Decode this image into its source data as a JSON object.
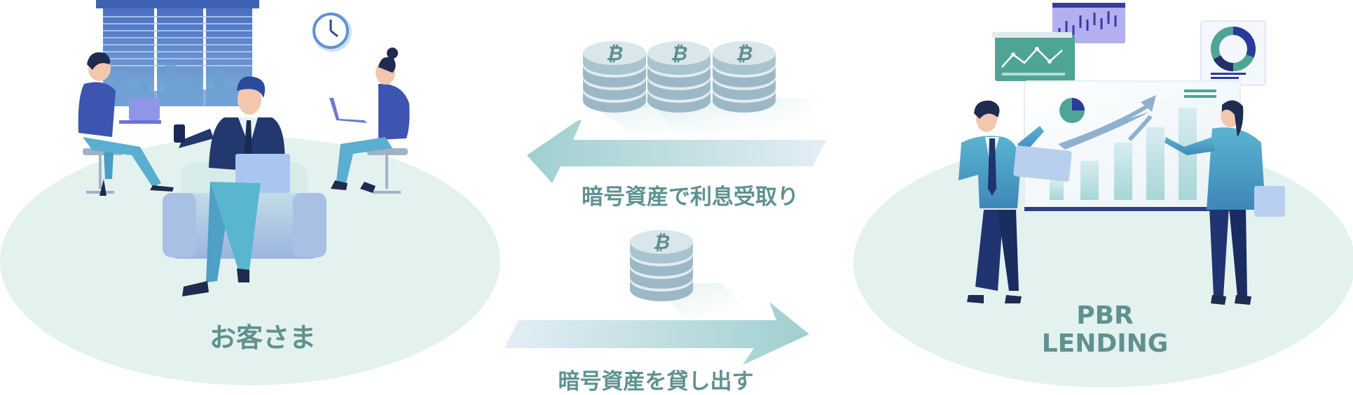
{
  "labels": {
    "customer": "お客さま",
    "pbr_line1": "PBR",
    "pbr_line2": "LENDING",
    "interest": "暗号資産で利息受取り",
    "lend": "暗号資産を貸し出す"
  },
  "icons": {
    "coin": "bitcoin-coin-stack-icon",
    "clock": "clock-icon",
    "arrow_left": "arrow-left-icon",
    "arrow_right": "arrow-right-icon"
  },
  "colors": {
    "label_text": "#5f9190",
    "ellipse_fill": "#e3f1ef",
    "navy": "#1f3470",
    "blue": "#3b6fc1",
    "teal": "#4ea1ad",
    "coin_top": "#d9e6ea",
    "coin_band": "#9cb8c6",
    "coin_symbol": "#5f8e92"
  }
}
